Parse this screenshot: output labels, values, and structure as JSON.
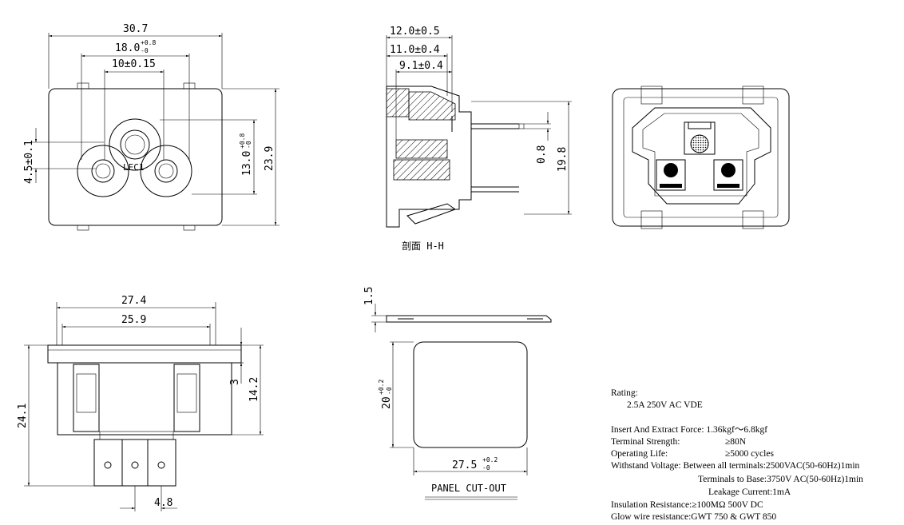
{
  "top_front": {
    "width": "30.7",
    "pin_span": "18.0",
    "pin_span_tol_up": "+0.8",
    "pin_span_tol_low": "-0",
    "center_span": "10±0.15",
    "height": "23.9",
    "inner_height": "13.0",
    "inner_height_tol_up": "+0.8",
    "inner_height_tol_low": "-0",
    "left_offset": "4.5±0.1",
    "marking": "LEC1"
  },
  "section": {
    "d1": "12.0±0.5",
    "d2": "11.0±0.4",
    "d3": "9.1±0.4",
    "pin": "0.8",
    "height": "19.8",
    "caption": "剖面 H-H"
  },
  "bottom_front": {
    "width_outer": "27.4",
    "width_inner": "25.9",
    "height": "24.1",
    "d3": "3",
    "d14": "14.2",
    "pitch": "4.8"
  },
  "cutout": {
    "thickness": "1.5",
    "height": "20",
    "height_tol_up": "+0.2",
    "height_tol_low": "-0",
    "width": "27.5",
    "width_tol_up": "+0.2",
    "width_tol_low": "-0",
    "caption": "PANEL CUT-OUT"
  },
  "specs": {
    "rating_label": "Rating:",
    "rating_value": "2.5A 250V AC  VDE",
    "force": "Insert And Extract Force:  1.36kgf～6.8kgf",
    "terminal_label": "Terminal Strength:",
    "terminal_value": "≥80N",
    "life_label": "Operating Life:",
    "life_value": "≥5000 cycles",
    "withstand": "Withstand Voltage: Between all terminals:2500VAC(50-60Hz)1min",
    "base": "Terminals to Base:3750V AC(50-60Hz)1min",
    "leakage": "Leakage Current:1mA",
    "insulation": "Insulation Resistance:≥100MΩ   500V DC",
    "glow": "Glow wire resistance:GWT 750  & GWT 850"
  }
}
